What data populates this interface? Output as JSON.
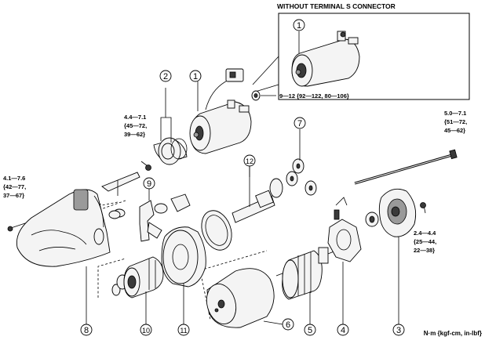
{
  "inset_title": "WITHOUT TERMINAL S CONNECTOR",
  "legend_units": "N·m {kgf-cm, in-lbf}",
  "torques": {
    "t1": [
      "9—12 {92—122, 80—106}"
    ],
    "t2": [
      "4.4—7.1",
      "{45—72,",
      "39—62}"
    ],
    "t3": [
      "4.1—7.6",
      "{42—77,",
      "37—67}"
    ],
    "t4": [
      "5.0—7.1",
      "{51—72,",
      "45—62}"
    ],
    "t5": [
      "2.4—4.4",
      "{25—44,",
      "22—38}"
    ]
  },
  "callouts": [
    "1",
    "2",
    "3",
    "4",
    "5",
    "6",
    "7",
    "8",
    "9",
    "10",
    "11",
    "12"
  ],
  "colors": {
    "line": "#000000",
    "fill": "#f4f4f4",
    "shade": "#3a3a3a"
  }
}
